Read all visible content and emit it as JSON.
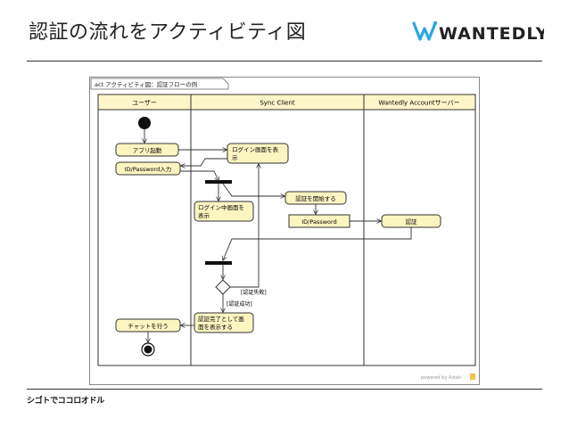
{
  "slide": {
    "title": "認証の流れをアクティビティ図",
    "logo_text": "WANTEDLY",
    "footer_brand": "シゴトでココロオドル"
  },
  "diagram": {
    "frame_label": "act アクティビティ図：認証フローの例",
    "lanes": [
      "ユーザー",
      "Sync Client",
      "Wantedly Accountサーバー"
    ],
    "actions": {
      "launch_app": "アプリ起動",
      "input_credentials": "ID/Password入力",
      "show_login_line1": "ログイン画面を表",
      "show_login_line2": "示",
      "start_auth": "認証を開始する",
      "show_logging_in_line1": "ログイン中画面を",
      "show_logging_in_line2": "表示",
      "id_password": "ID/Password",
      "authenticate": "認証",
      "show_done_line1": "認証完了として画",
      "show_done_line2": "面を表示する",
      "chat": "チャットを行う"
    },
    "guards": {
      "fail": "[認証失敗]",
      "success": "[認証成功]"
    },
    "powered_by": "powered by Astah"
  },
  "colors": {
    "lane_header": "#fdf6c9",
    "action_fill": "#fbf5c2",
    "line": "#333333",
    "rule": "#333333"
  }
}
